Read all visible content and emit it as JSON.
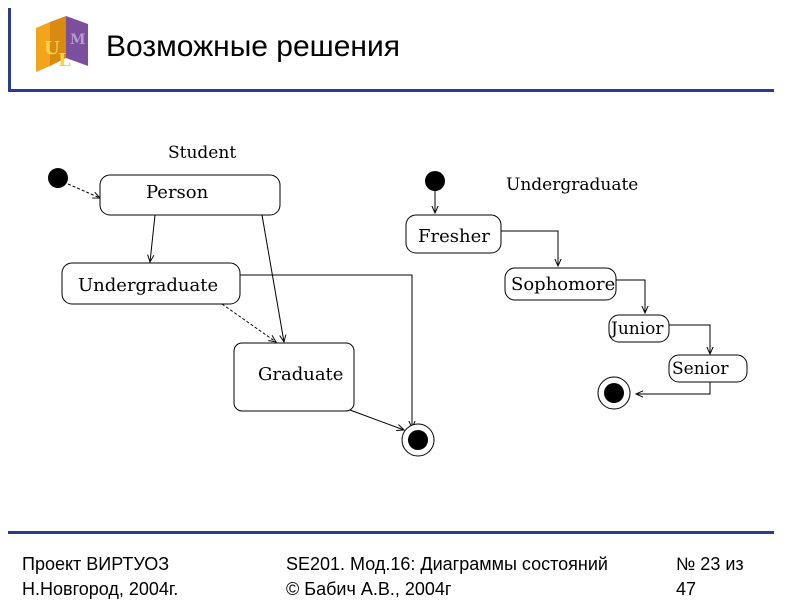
{
  "header": {
    "title": "Возможные решения",
    "logo_text": "UML"
  },
  "diagram": {
    "student": {
      "label": "Student",
      "states": {
        "person": "Person",
        "undergraduate": "Undergraduate",
        "graduate": "Graduate"
      }
    },
    "undergraduate": {
      "label": "Undergraduate",
      "states": {
        "fresher": "Fresher",
        "sophomore": "Sophomore",
        "junior": "Junior",
        "senior": "Senior"
      }
    }
  },
  "footer": {
    "left_line1": "Проект ВИРТУОЗ",
    "left_line2": "Н.Новгород, 2004г.",
    "mid_line1": "SE201. Мод.16: Диаграммы состояний",
    "mid_line2": "© Бабич А.В., 2004г",
    "right_line1": "№ 23 из",
    "right_line2": "47"
  },
  "colors": {
    "accent": "#2e3a8c",
    "logo_orange": "#f2a51c",
    "logo_purple": "#7b4f9e"
  }
}
